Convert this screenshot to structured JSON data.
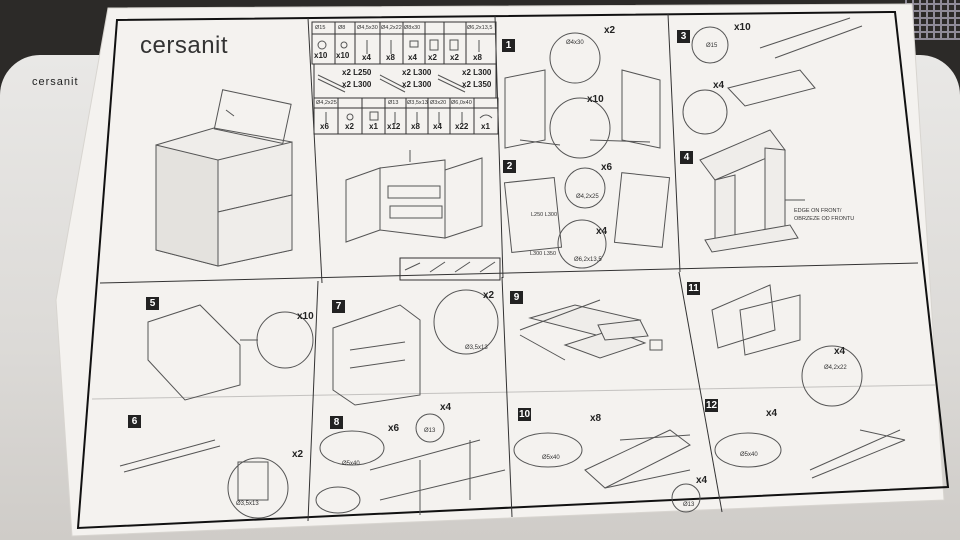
{
  "brand": "cersanit",
  "sink_brand": "cersanit",
  "hardware": {
    "row1_sizes": [
      "Ø15",
      "Ø8",
      "Ø4,5x30",
      "Ø4,2x22",
      "Ø8x30",
      "",
      "",
      "Ø6,2x13,5"
    ],
    "row1_counts": [
      "x10",
      "x10",
      "x4",
      "x8",
      "x4",
      "x2",
      "x2",
      "x8"
    ],
    "rails_left": [
      "x2 L250",
      "x2 L300"
    ],
    "rails_mid": [
      "x2 L300",
      "x2 L300"
    ],
    "rails_right": [
      "x2 L300",
      "x2 L350"
    ],
    "row2_sizes": [
      "Ø4,2x25",
      "",
      "",
      "Ø13",
      "Ø3,5x13",
      "Ø3x20",
      "Ø6,0x40",
      ""
    ],
    "row2_counts": [
      "x6",
      "x2",
      "x1",
      "x12",
      "x8",
      "x4",
      "x22",
      "x1"
    ]
  },
  "steps": {
    "s1": {
      "num": "1",
      "qty_top": "x2",
      "size_top": "Ø4x30",
      "qty_mid": "x10"
    },
    "s2": {
      "num": "2",
      "qty": "x6",
      "size": "Ø4,2x25",
      "qty2": "x4",
      "size2": "Ø6,2x13,5",
      "rail_a": "L250 L300",
      "rail_b": "L300 L350"
    },
    "s3": {
      "num": "3",
      "qty": "x10",
      "size": "Ø15",
      "qty2": "x4"
    },
    "s4": {
      "num": "4",
      "note_line1": "EDGE ON FRONT/",
      "note_line2": "OBRZEZE OD FRONTU"
    },
    "s5": {
      "num": "5",
      "qty": "x10"
    },
    "s6": {
      "num": "6",
      "qty": "x2",
      "size": "Ø3,5x13"
    },
    "s7": {
      "num": "7",
      "qty": "x2",
      "size": "Ø3,5x13"
    },
    "s8": {
      "num": "8",
      "qty": "x6",
      "size": "Ø5x40",
      "qty2": "x4",
      "size2": "Ø13"
    },
    "s9": {
      "num": "9"
    },
    "s10": {
      "num": "10",
      "qty": "x8",
      "size": "Ø5x40",
      "qty2": "x4",
      "size2": "Ø13"
    },
    "s11": {
      "num": "11",
      "qty": "x4",
      "size": "Ø4,2x22"
    },
    "s12": {
      "num": "12",
      "qty": "x4",
      "size": "Ø5x40"
    }
  }
}
